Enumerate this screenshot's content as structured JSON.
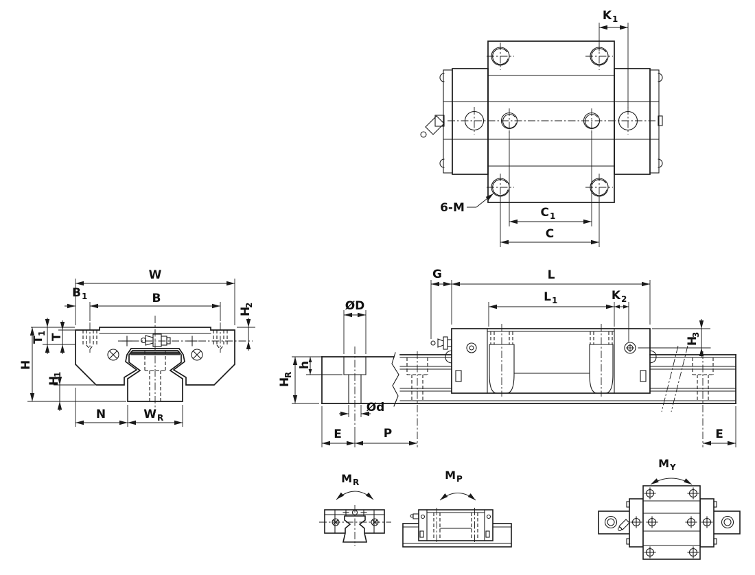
{
  "colors": {
    "line": "#1a1a1a",
    "background": "#ffffff"
  },
  "top_view": {
    "k1": {
      "m": "K",
      "s": "1"
    },
    "c1": {
      "m": "C",
      "s": "1"
    },
    "c": "C",
    "holes": "6-M"
  },
  "front_view": {
    "w": "W",
    "b1": {
      "m": "B",
      "s": "1"
    },
    "b": "B",
    "h2": {
      "m": "H",
      "s": "2"
    },
    "t1": {
      "m": "T",
      "s": "1"
    },
    "t": "T",
    "h": "H",
    "h1": {
      "m": "H",
      "s": "1"
    },
    "n": "N",
    "wr": {
      "m": "W",
      "s": "R"
    }
  },
  "side_view": {
    "g": "G",
    "l": "L",
    "l1": {
      "m": "L",
      "s": "1"
    },
    "k2": {
      "m": "K",
      "s": "2"
    },
    "h3": {
      "m": "H",
      "s": "3"
    },
    "od_big": "ØD",
    "h_small": "h",
    "hr": {
      "m": "H",
      "s": "R"
    },
    "od_small": "Ød",
    "e_left": "E",
    "p": "P",
    "e_right": "E"
  },
  "moment_views": {
    "mr": {
      "m": "M",
      "s": "R"
    },
    "mp": {
      "m": "M",
      "s": "P"
    },
    "my": {
      "m": "M",
      "s": "Y"
    }
  }
}
